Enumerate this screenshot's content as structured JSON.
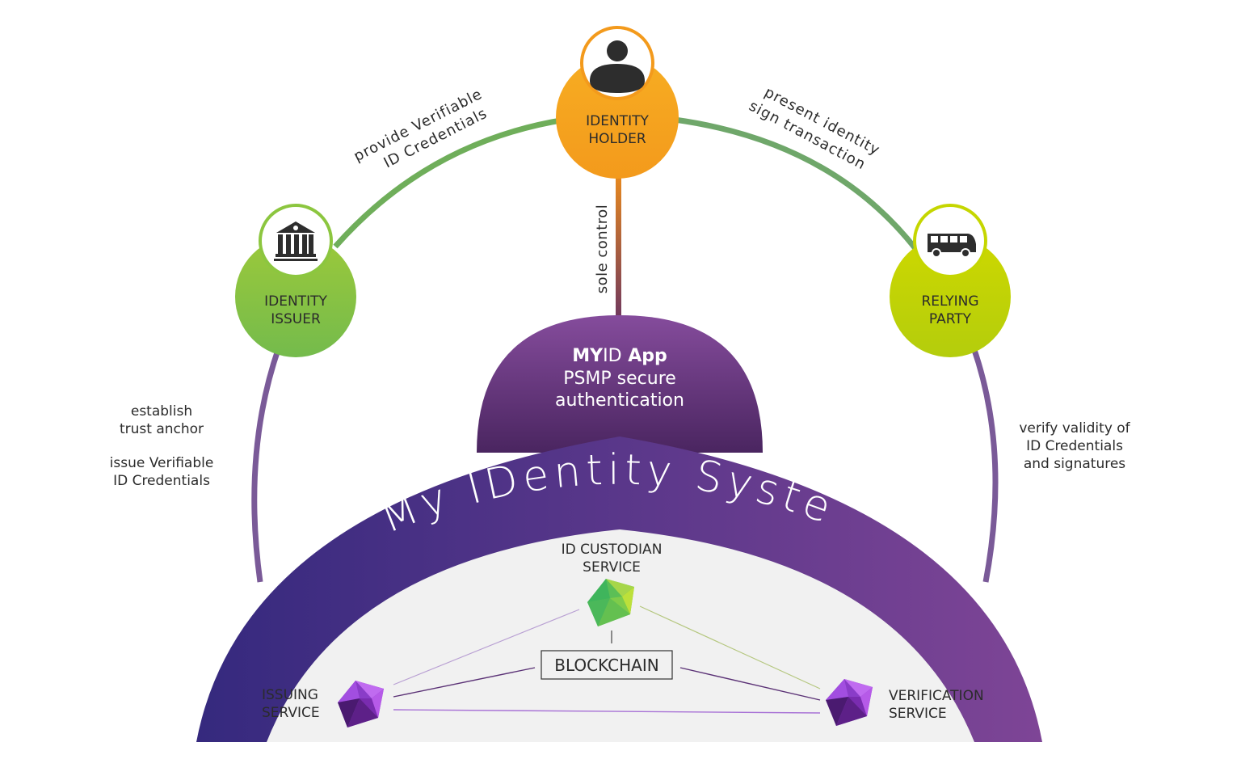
{
  "colors": {
    "holder": "#f4a21e",
    "issuer": "#8cc63f",
    "relying": "#c5d600",
    "system_start": "#35297e",
    "system_end": "#7e4596",
    "app_top": "#824a9a",
    "app_bottom": "#4a2560",
    "connector_green": "#6faa5d",
    "connector_purple": "#7a5a98",
    "inner_bg": "#f1f1f1"
  },
  "nodes": {
    "holder": {
      "line1": "IDENTITY",
      "line2": "HOLDER",
      "icon": "person-icon"
    },
    "issuer": {
      "line1": "IDENTITY",
      "line2": "ISSUER",
      "icon": "bank-icon"
    },
    "relying": {
      "line1": "RELYING",
      "line2": "PARTY",
      "icon": "bus-icon"
    }
  },
  "edges": {
    "issuer_holder": {
      "line1": "provide Verifiable",
      "line2": "ID Credentials"
    },
    "holder_relying": {
      "line1": "present identity",
      "line2": "sign transaction"
    },
    "holder_app": "sole control"
  },
  "side_notes": {
    "left": [
      "establish",
      "trust anchor",
      "issue Verifiable",
      "ID Credentials"
    ],
    "right": [
      "verify validity of",
      "ID Credentials",
      "and signatures"
    ]
  },
  "app": {
    "brand_bold_1": "MY",
    "brand_light": "ID",
    "brand_bold_2": " App",
    "line2": "PSMP secure",
    "line3": "authentication"
  },
  "system": {
    "title": "My IDentity System"
  },
  "services": {
    "custodian": {
      "line1": "ID CUSTODIAN",
      "line2": "SERVICE"
    },
    "issuing": {
      "line1": "ISSUING",
      "line2": "SERVICE"
    },
    "verification": {
      "line1": "VERIFICATION",
      "line2": "SERVICE"
    },
    "blockchain": "BLOCKCHAIN"
  }
}
